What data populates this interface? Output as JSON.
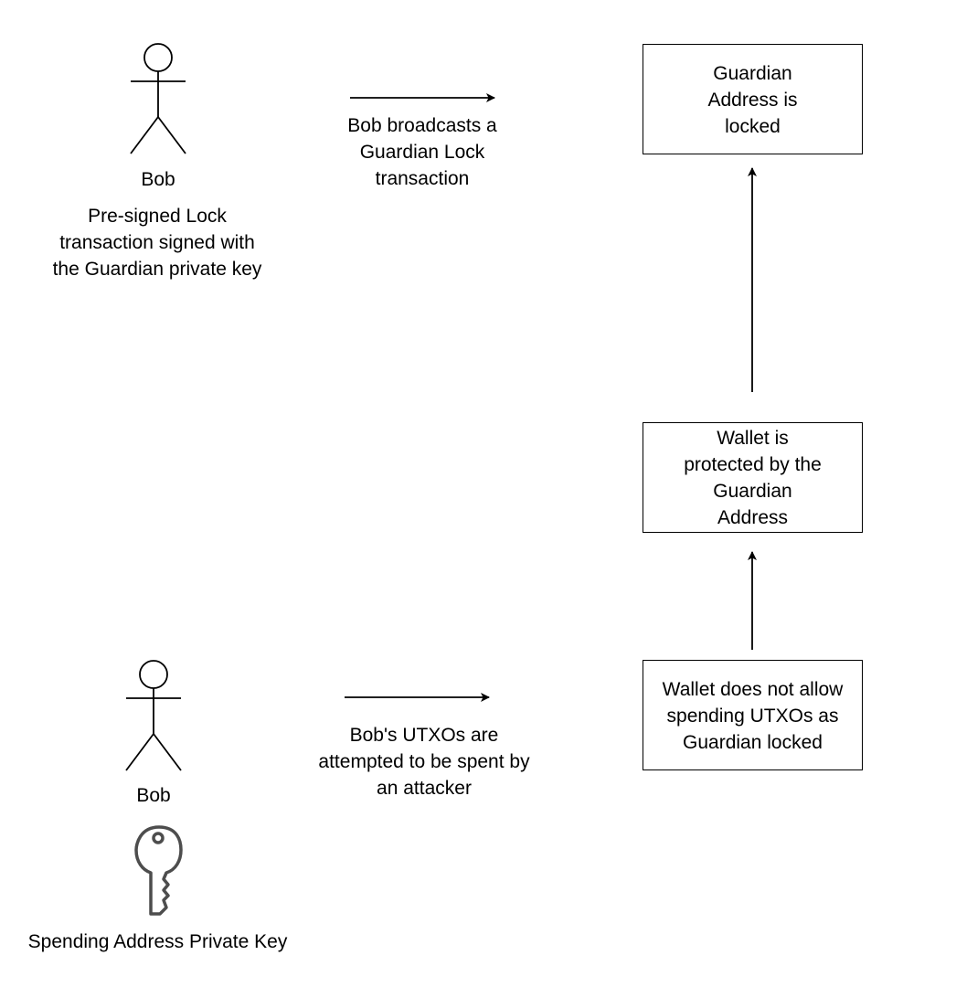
{
  "actors": {
    "top": {
      "name": "Bob",
      "note": "Pre-signed Lock\ntransaction signed with\nthe Guardian private key"
    },
    "bottom": {
      "name": "Bob",
      "key_label": "Spending Address Private Key"
    }
  },
  "edges": {
    "top": "Bob broadcasts a\nGuardian Lock\ntransaction",
    "bottom": "Bob's UTXOs are\nattempted to be spent by\nan attacker"
  },
  "boxes": {
    "guardian_locked": "Guardian\nAddress is\nlocked",
    "wallet_protected": "Wallet is\nprotected by the\nGuardian\nAddress",
    "wallet_disallow": "Wallet does not allow\nspending UTXOs as\nGuardian locked"
  },
  "icons": [
    "person-icon",
    "person-icon",
    "key-icon",
    "arrow-right",
    "arrow-up"
  ],
  "colors": {
    "stroke": "#000000",
    "fill": "#ffffff",
    "key": "#4d4d4d"
  }
}
